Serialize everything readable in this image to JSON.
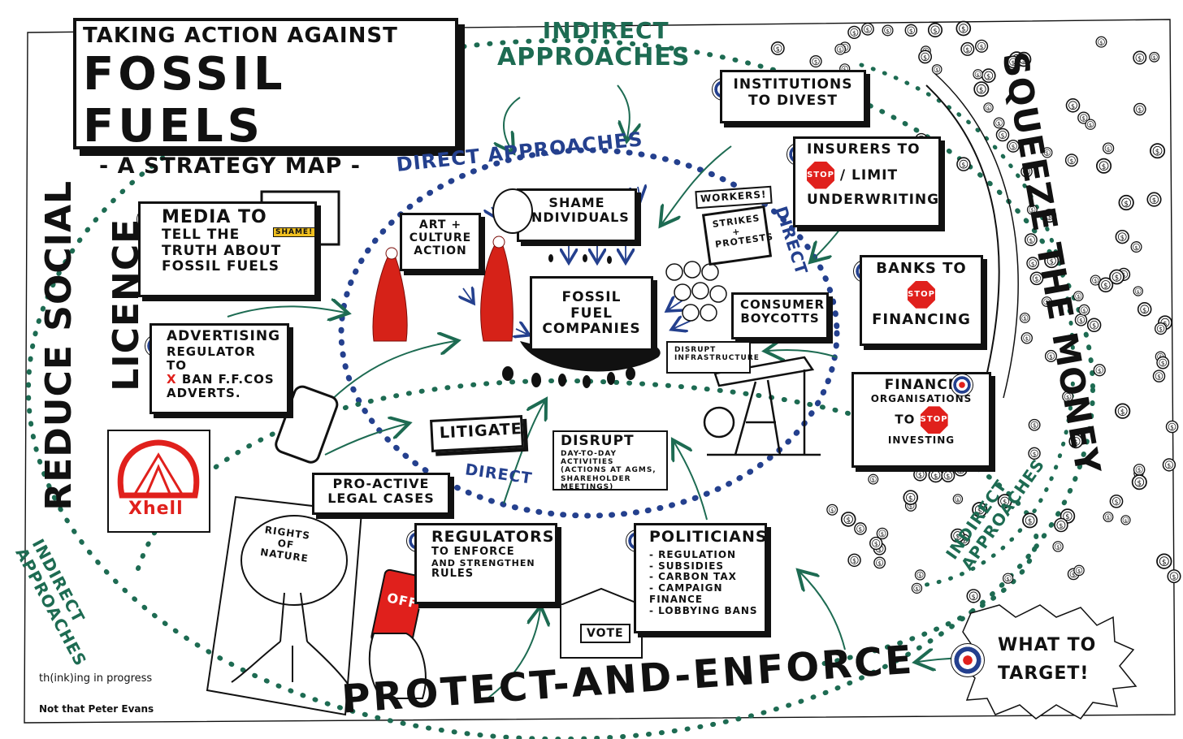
{
  "title": {
    "line1": "TAKING ACTION AGAINST",
    "line2": "FOSSIL FUELS",
    "line3": "- A STRATEGY MAP -"
  },
  "zones": {
    "indirect_top": {
      "line1": "INDIRECT",
      "line2": "APPROACHES"
    },
    "direct_approaches": "DIRECT APPROACHES",
    "direct_right": "DIRECT",
    "direct_bottom": "DIRECT",
    "indirect_left": {
      "line1": "INDIRECT",
      "line2": "APPROACHES"
    },
    "indirect_right": {
      "line1": "INDIRECT",
      "line2": "APPROACHES"
    },
    "reduce_social": "REDUCE SOCIAL",
    "licence": "LICENCE",
    "squeeze": "SQUEEZE THE MONEY",
    "protect": "PROTECT-AND-ENFORCE"
  },
  "center": {
    "line1": "FOSSIL FUEL",
    "line2": "COMPANIES"
  },
  "nodes": {
    "media": {
      "line1": "MEDIA TO",
      "line2": "TELL THE",
      "line3": "TRUTH ABOUT",
      "line4": "FOSSIL FUELS"
    },
    "shame_tv": "SHAME!",
    "advertising": {
      "line1": "ADVERTISING",
      "line2": "REGULATOR TO",
      "x": "X",
      "line3": "BAN F.F.COS",
      "line4": "ADVERTS."
    },
    "shell_logo": "Xhell",
    "art_culture": {
      "line1": "ART +",
      "line2": "CULTURE",
      "line3": "ACTION"
    },
    "shame_individuals": {
      "line1": "SHAME",
      "line2": "INDIVIDUALS"
    },
    "institutions": {
      "line1": "INSTITUTIONS",
      "line2": "TO DIVEST"
    },
    "insurers": {
      "line1": "INSURERS TO",
      "stop": "STOP",
      "line2": "/ LIMIT",
      "line3": "UNDERWRITING"
    },
    "banks": {
      "line1": "BANKS TO",
      "stop": "STOP",
      "line2": "FINANCING"
    },
    "finance": {
      "line1": "FINANCE",
      "line2": "ORGANISATIONS",
      "line3": "TO",
      "stop": "STOP",
      "line4": "INVESTING"
    },
    "workers": "WORKERS!",
    "strikes": {
      "line1": "STRIKES",
      "line2": "+",
      "line3": "PROTESTS"
    },
    "consumer": {
      "line1": "CONSUMER",
      "line2": "BOYCOTTS"
    },
    "disrupt_infra": {
      "line1": "DISRUPT",
      "line2": "INFRASTRUCTURE"
    },
    "litigate": "LITIGATE",
    "disrupt": {
      "line1": "DISRUPT",
      "line2": "DAY-TO-DAY ACTIVITIES",
      "line3": "(ACTIONS AT AGMS,",
      "line4": "SHAREHOLDER MEETINGS)"
    },
    "proactive": {
      "line1": "PRO-ACTIVE",
      "line2": "LEGAL CASES"
    },
    "rights": {
      "line1": "RIGHTS",
      "line2": "OF",
      "line3": "NATURE"
    },
    "off_card": "OFF!",
    "regulators": {
      "line1": "REGULATORS",
      "line2": "TO ENFORCE",
      "line3": "AND STRENGTHEN",
      "line4": "RULES"
    },
    "vote": "VOTE",
    "politicians": {
      "line1": "POLITICIANS",
      "items": [
        "- REGULATION",
        "- SUBSIDIES",
        "- CARBON TAX",
        "- CAMPAIGN FINANCE",
        "- LOBBYING BANS"
      ]
    },
    "what_to_target": {
      "line1": "WHAT TO",
      "line2": "TARGET!"
    }
  },
  "credits": {
    "line1": "th(ink)ing in progress",
    "line2": "Not that Peter Evans"
  },
  "colors": {
    "ink": "#111111",
    "green": "#1d6b52",
    "blue": "#24408e",
    "red": "#e0201c",
    "gold": "#f0c020"
  }
}
